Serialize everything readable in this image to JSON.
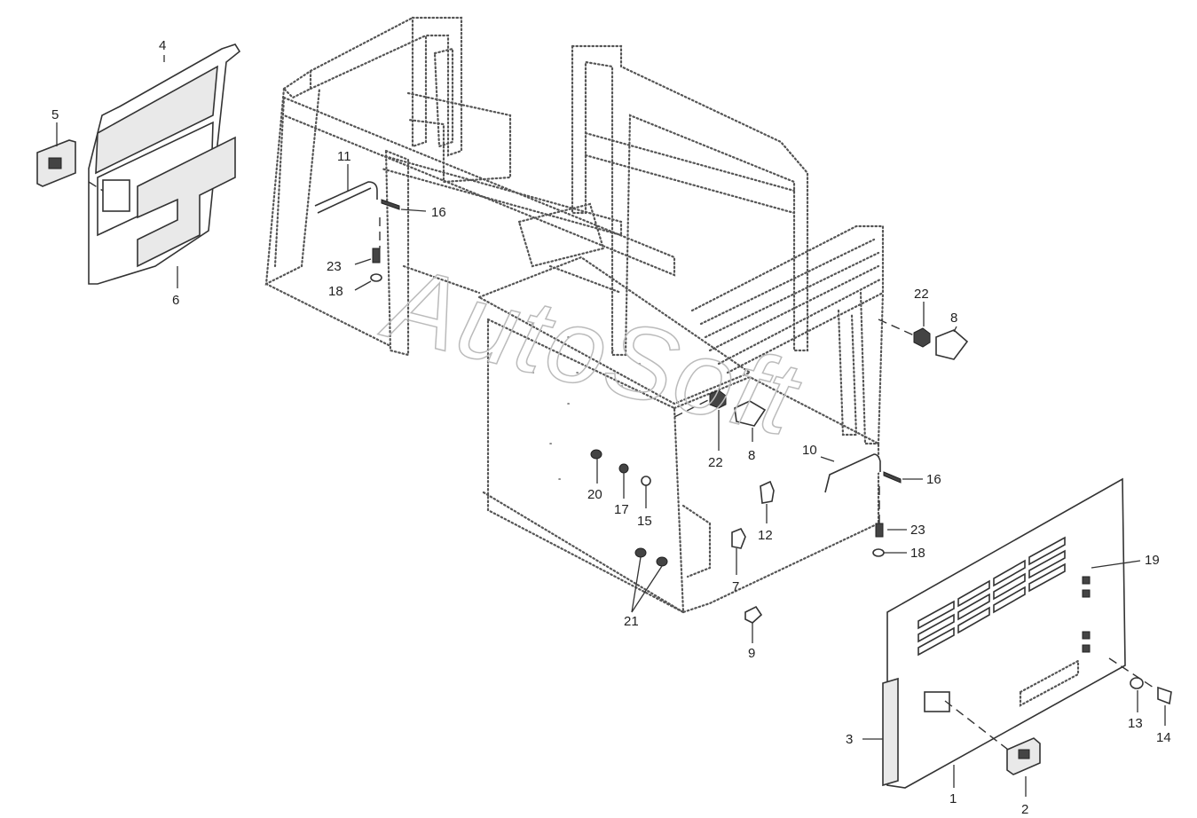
{
  "watermark": "AutoSoft",
  "callouts": {
    "n1": "1",
    "n2": "2",
    "n3": "3",
    "n4": "4",
    "n5": "5",
    "n6": "6",
    "n7": "7",
    "n8a": "8",
    "n8b": "8",
    "n9": "9",
    "n10": "10",
    "n11": "11",
    "n12": "12",
    "n13": "13",
    "n14": "14",
    "n15": "15",
    "n16a": "16",
    "n16b": "16",
    "n17": "17",
    "n18a": "18",
    "n18b": "18",
    "n19": "19",
    "n20": "20",
    "n21": "21",
    "n22a": "22",
    "n22b": "22",
    "n23a": "23",
    "n23b": "23"
  }
}
